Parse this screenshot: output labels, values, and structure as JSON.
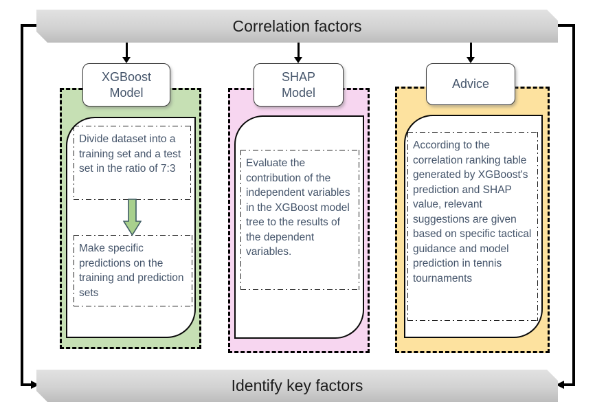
{
  "banners": {
    "top": "Correlation factors",
    "bottom": "Identify key factors"
  },
  "columns": [
    {
      "header": "XGBoost Model",
      "steps": [
        "Divide dataset into a training set and a test set in the ratio of 7:3",
        "Make specific predictions on the training and prediction sets"
      ]
    },
    {
      "header": "SHAP Model",
      "steps": [
        "Evaluate the contribution of the independent variables in the XGBoost model tree to the results of the dependent variables."
      ]
    },
    {
      "header": "Advice",
      "steps": [
        "According to the correlation ranking table generated by XGBoost's prediction and SHAP value, relevant suggestions are given based on specific tactical guidance and model prediction in tennis tournaments"
      ]
    }
  ],
  "colors": {
    "panel_green": "#c6e0b4",
    "panel_pink": "#f7d6f0",
    "panel_yellow": "#fde29f",
    "block_arrow_fill": "#a8d08d",
    "block_arrow_stroke": "#3e5b63",
    "banner_gray_top": "#e2e2e2",
    "banner_gray_bottom": "#bdbdbd",
    "text_slate": "#44546a",
    "connector_black": "#000000"
  }
}
